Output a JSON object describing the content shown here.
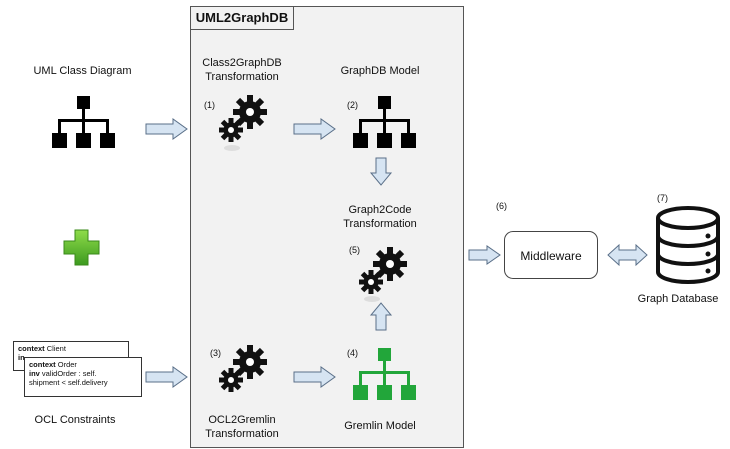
{
  "panel": {
    "title": "UML2GraphDB"
  },
  "labels": {
    "uml_class_diagram": "UML Class Diagram",
    "ocl_constraints": "OCL Constraints",
    "class2graphdb_line1": "Class2GraphDB",
    "class2graphdb_line2": "Transformation",
    "graphdb_model": "GraphDB Model",
    "graph2code_line1": "Graph2Code",
    "graph2code_line2": "Transformation",
    "ocl2gremlin_line1": "OCL2Gremlin",
    "ocl2gremlin_line2": "Transformation",
    "gremlin_model": "Gremlin Model",
    "middleware": "Middleware",
    "graph_database": "Graph Database"
  },
  "step_numbers": {
    "s1": "(1)",
    "s2": "(2)",
    "s3": "(3)",
    "s4": "(4)",
    "s5": "(5)",
    "s6": "(6)",
    "s7": "(7)"
  },
  "ocl_note_back": {
    "kw": "context",
    "text": " Client",
    "line2": "in"
  },
  "ocl_note_front": {
    "line1_kw": "context",
    "line1_text": " Order",
    "line2_kw": "inv",
    "line2_text": " validOrder : self.",
    "line3_text": "shipment < self.delivery"
  },
  "colors": {
    "arrow_fill": "#d6e4f2",
    "arrow_stroke": "#5a6f88",
    "black_tree": "#000000",
    "green_tree": "#22a63a",
    "plus_green": "#55b82a",
    "panel_bg": "#f2f2f2"
  },
  "icons": [
    "hierarchy-icon",
    "gears-icon",
    "plus-icon",
    "database-icon",
    "arrow-icon"
  ]
}
